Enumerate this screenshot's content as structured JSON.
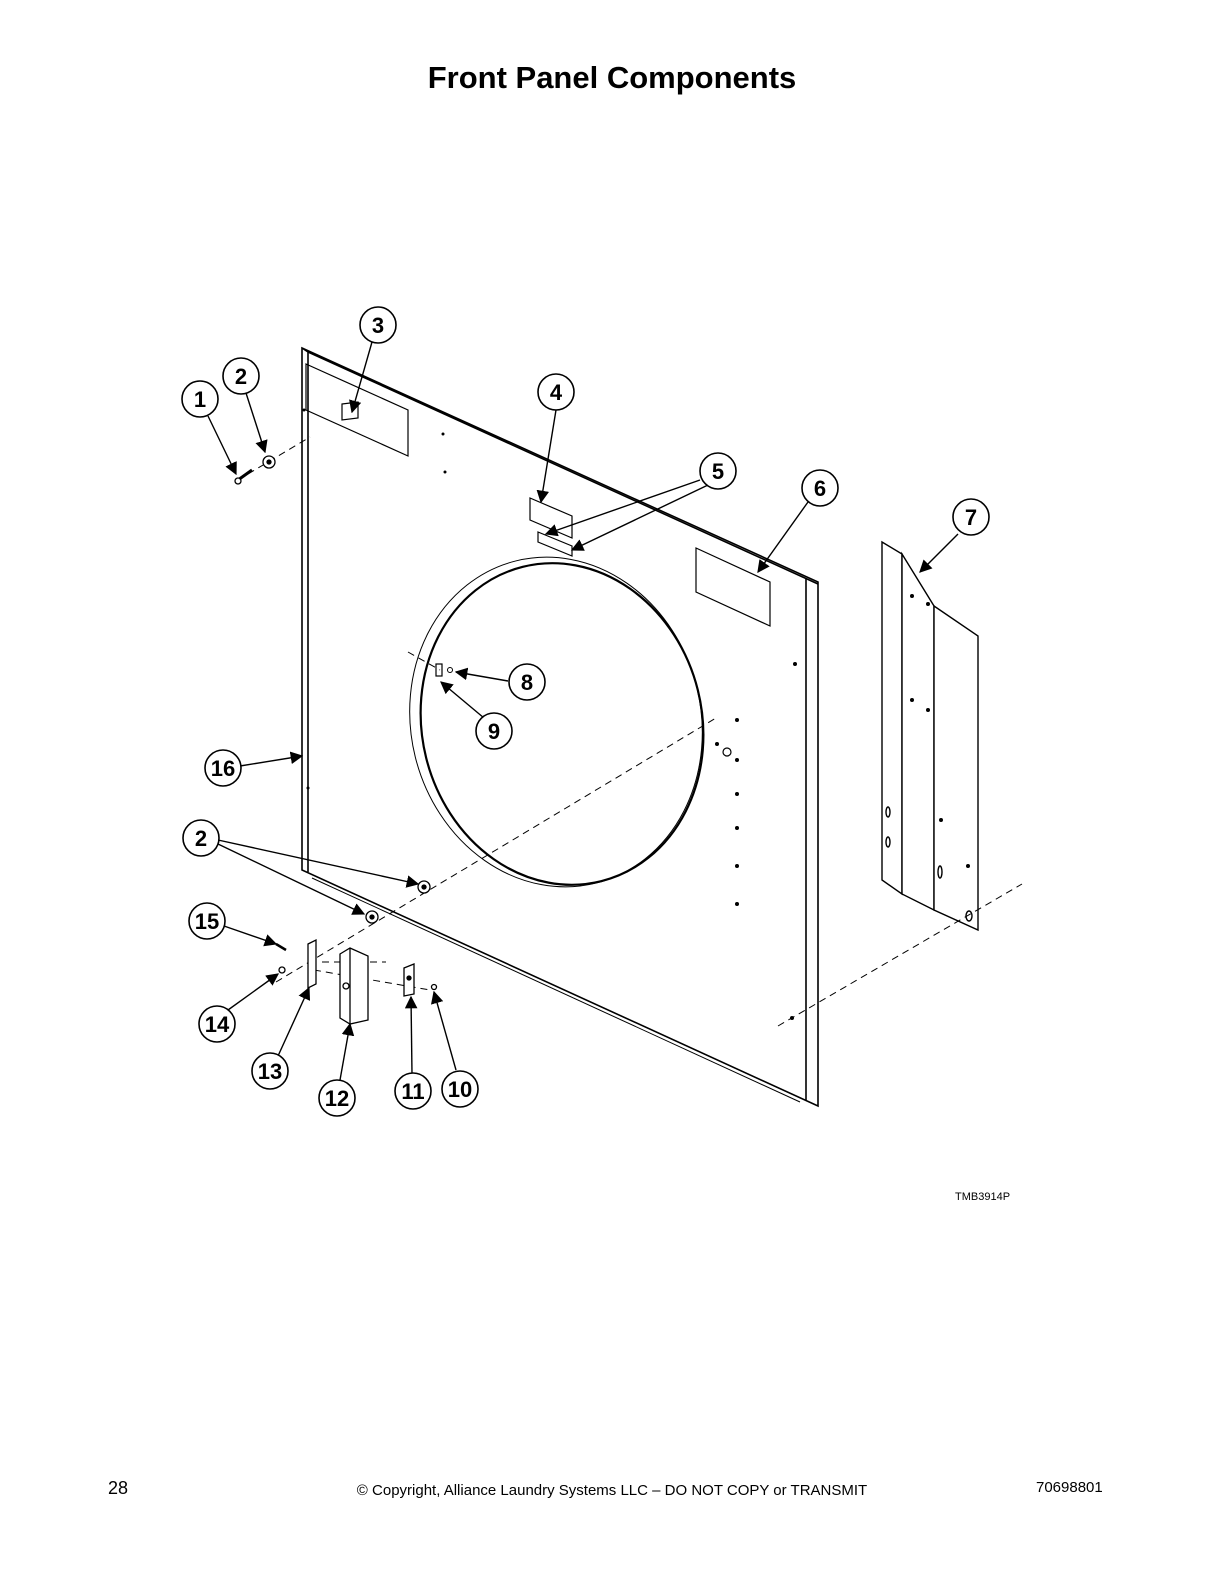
{
  "page": {
    "title": "Front Panel Components",
    "figure_code": "TMB3914P",
    "page_number": "28",
    "copyright": "© Copyright, Alliance Laundry Systems LLC – DO NOT COPY or TRANSMIT",
    "doc_number": "70698801"
  },
  "callouts": [
    "1",
    "2",
    "3",
    "4",
    "5",
    "6",
    "7",
    "8",
    "9",
    "16",
    "2",
    "15",
    "14",
    "13",
    "12",
    "11",
    "10"
  ]
}
